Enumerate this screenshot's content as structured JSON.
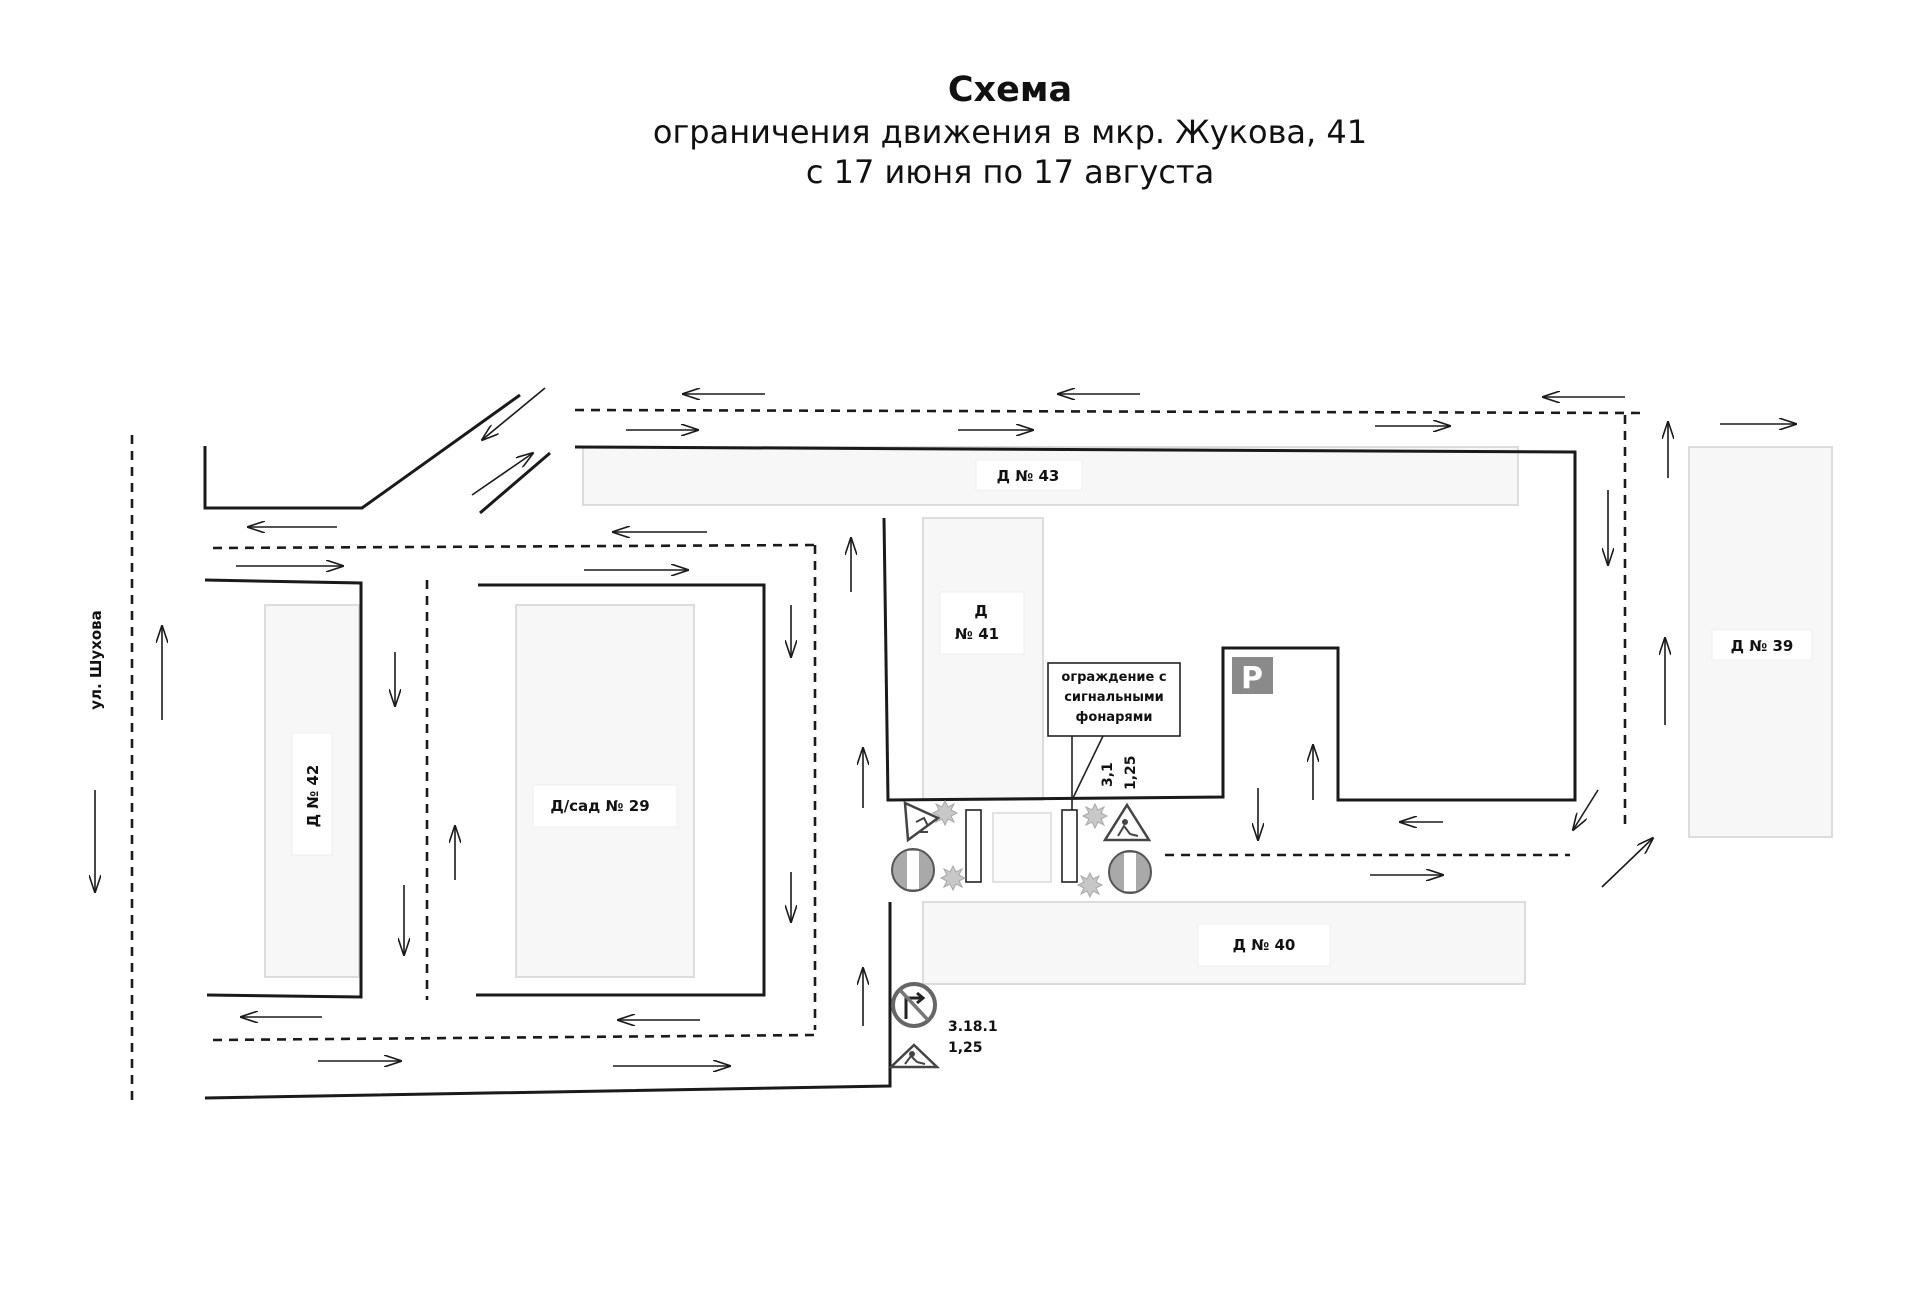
{
  "title": {
    "line1": "Схема",
    "line2": "ограничения движения в мкр. Жукова, 41",
    "line3": "с 17 июня по 17 августа"
  },
  "street": "ул. Шухова",
  "buildings": {
    "d43": "Д № 43",
    "d41_a": "Д",
    "d41_b": "№ 41",
    "d42": "Д № 42",
    "dsad29": "Д/сад  № 29",
    "d39": "Д № 39",
    "d40": "Д № 40"
  },
  "callout": {
    "line1": "ограждение с",
    "line2": "сигнальными",
    "line3": "фонарями"
  },
  "parking_symbol": "P",
  "signs": {
    "sign_a_code": "3,1",
    "sign_a_dist": "1,25",
    "sign_b_code": "3.18.1",
    "sign_b_dist": "1,25"
  },
  "colors": {
    "line": "#1a1a1a",
    "building_fill": "#f7f7f7",
    "building_stroke": "#dcdcdc",
    "sign_red": "#b0b0b0",
    "parking": "#8a8a8a",
    "lamp": "#bdbdbd"
  },
  "icons": [
    "no-entry-sign-icon",
    "road-works-sign-icon",
    "no-right-turn-sign-icon",
    "signal-lamp-icon",
    "parking-sign-icon"
  ]
}
